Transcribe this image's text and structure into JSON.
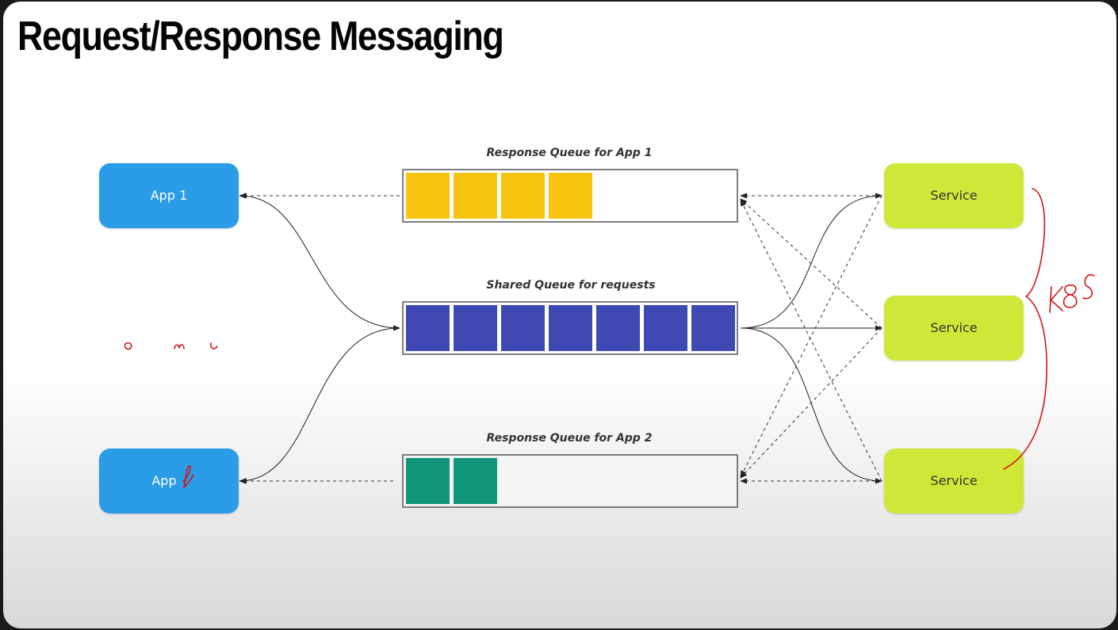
{
  "slide": {
    "title": "Request/Response Messaging"
  },
  "diagram": {
    "apps": [
      {
        "label": "App 1",
        "color": "#2b9ce8"
      },
      {
        "label": "App",
        "color": "#2b9ce8"
      }
    ],
    "services": [
      {
        "label": "Service",
        "color": "#cfe838"
      },
      {
        "label": "Service",
        "color": "#cfe838"
      },
      {
        "label": "Service",
        "color": "#cfe838"
      }
    ],
    "queues": {
      "response_app1": {
        "label": "Response Queue for App 1",
        "message_count": 4,
        "color": "#f7c510"
      },
      "shared_requests": {
        "label": "Shared Queue for requests",
        "message_count": 7,
        "color": "#3f48b3"
      },
      "response_app2": {
        "label": "Response Queue for App 2",
        "message_count": 2,
        "color": "#10977a"
      }
    },
    "annotations": {
      "brace_note": "K8S",
      "ink_color": "#d01616"
    }
  }
}
